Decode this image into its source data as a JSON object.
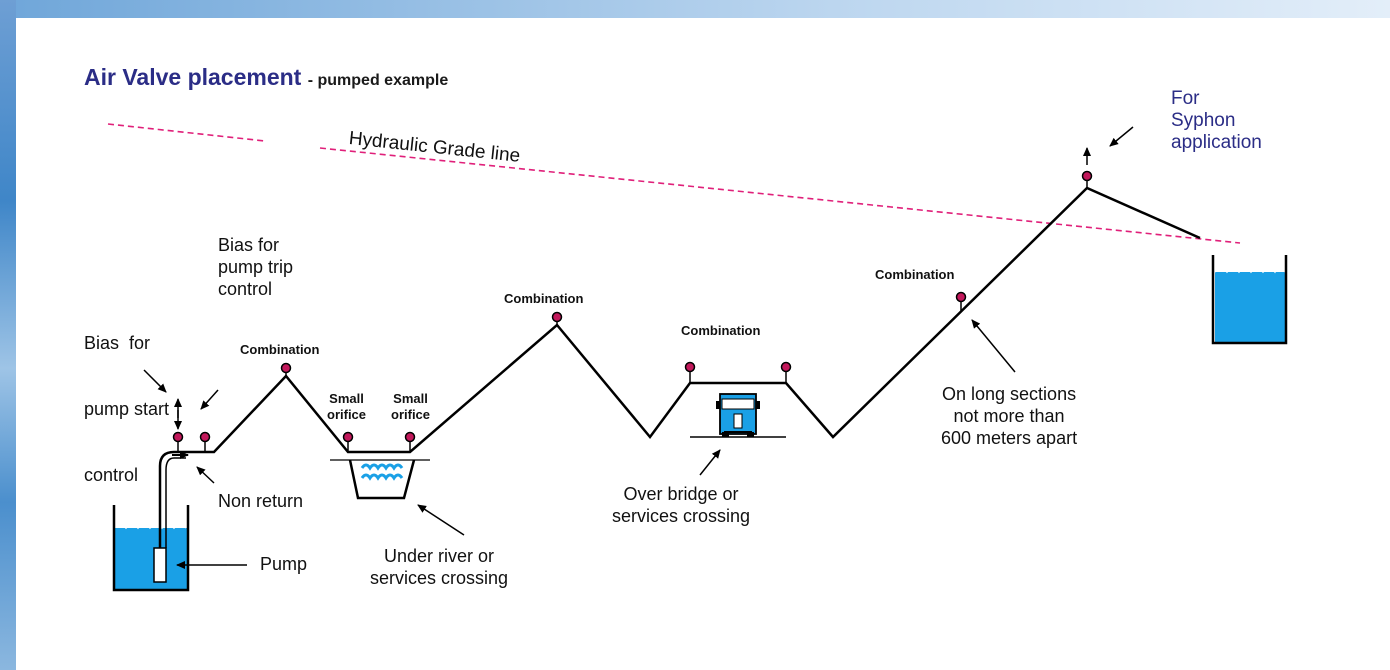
{
  "title": {
    "main": "Air Valve placement",
    "sub": "- pumped example"
  },
  "labels": {
    "hgl": "Hydraulic Grade line",
    "syphon": [
      "For",
      "Syphon",
      "application"
    ],
    "bias_trip": [
      "Bias for",
      "pump trip",
      "control"
    ],
    "bias_start": [
      "Bias  for",
      "pump start",
      "control"
    ],
    "combination": "Combination",
    "small_orifice": [
      "Small",
      "orifice"
    ],
    "non_return": "Non return",
    "pump": "Pump",
    "under_river": [
      "Under river or",
      "services crossing"
    ],
    "over_bridge": [
      "Over bridge or",
      "services crossing"
    ],
    "long_sections": [
      "On long sections",
      "not more than",
      "600 meters apart"
    ]
  },
  "colors": {
    "water": "#1aa0e6",
    "valve": "#c2185b",
    "hgl": "#e0207a",
    "title": "#2b2d86"
  }
}
